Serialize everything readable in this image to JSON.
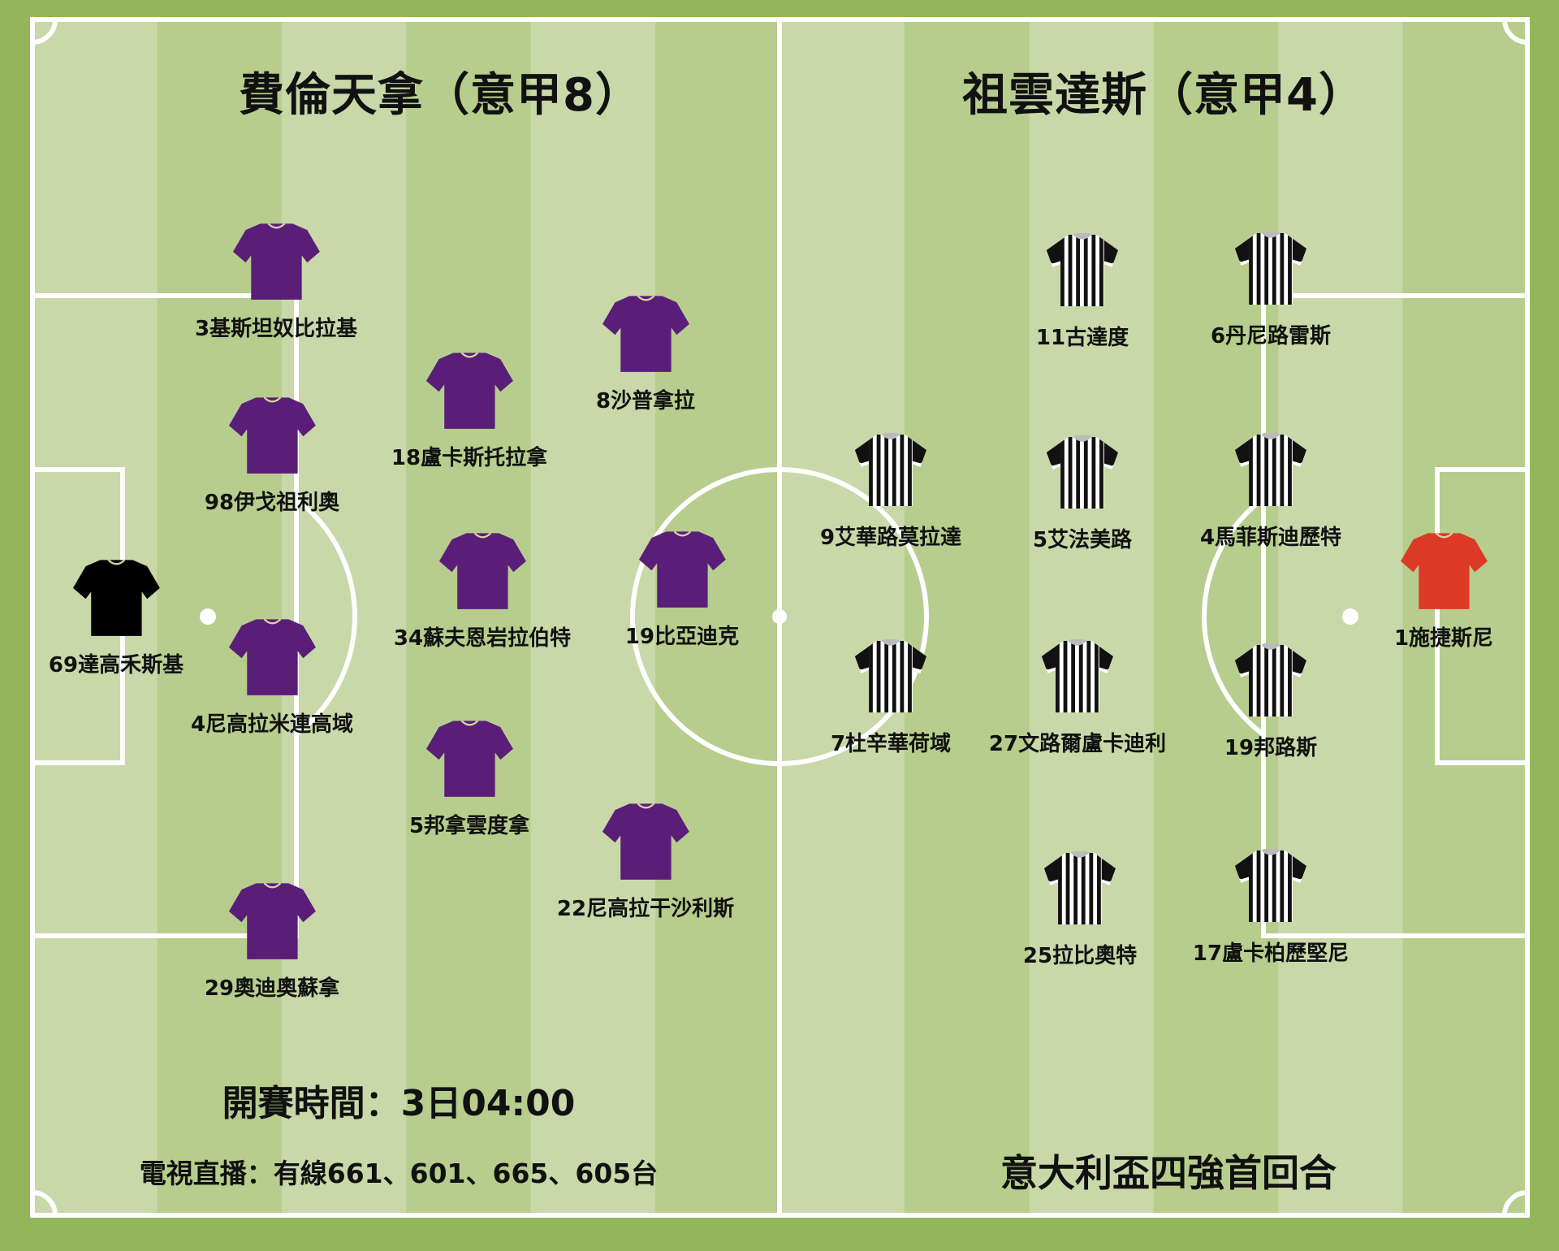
{
  "home": {
    "title": "費倫天拿（意甲8）",
    "colors": {
      "kit": "#5a1e78",
      "gk_kit": "#000000"
    },
    "players": [
      {
        "label": "69達高禾斯基",
        "kit": "gk"
      },
      {
        "label": "3基斯坦奴比拉基",
        "kit": "outfield"
      },
      {
        "label": "98伊戈祖利奧",
        "kit": "outfield"
      },
      {
        "label": "4尼高拉米連高域",
        "kit": "outfield"
      },
      {
        "label": "29奧迪奧蘇拿",
        "kit": "outfield"
      },
      {
        "label": "18盧卡斯托拉拿",
        "kit": "outfield"
      },
      {
        "label": "34蘇夫恩岩拉伯特",
        "kit": "outfield"
      },
      {
        "label": "5邦拿雲度拿",
        "kit": "outfield"
      },
      {
        "label": "8沙普拿拉",
        "kit": "outfield"
      },
      {
        "label": "19比亞迪克",
        "kit": "outfield"
      },
      {
        "label": "22尼高拉干沙利斯",
        "kit": "outfield"
      }
    ]
  },
  "away": {
    "title": "祖雲達斯（意甲4）",
    "colors": {
      "kit": "striped-black-white",
      "gk_kit": "#dc3a26"
    },
    "players": [
      {
        "label": "1施捷斯尼",
        "kit": "gk"
      },
      {
        "label": "6丹尼路雷斯",
        "kit": "outfield"
      },
      {
        "label": "4馬菲斯迪歷特",
        "kit": "outfield"
      },
      {
        "label": "19邦路斯",
        "kit": "outfield"
      },
      {
        "label": "17盧卡柏歷堅尼",
        "kit": "outfield"
      },
      {
        "label": "11古達度",
        "kit": "outfield"
      },
      {
        "label": "5艾法美路",
        "kit": "outfield"
      },
      {
        "label": "27文路爾盧卡迪利",
        "kit": "outfield"
      },
      {
        "label": "25拉比奧特",
        "kit": "outfield"
      },
      {
        "label": "9艾華路莫拉達",
        "kit": "outfield"
      },
      {
        "label": "7杜辛華荷域",
        "kit": "outfield"
      }
    ]
  },
  "match_info": {
    "kickoff": "開賽時間：3日04:00",
    "tv": "電視直播：有線661、601、665、605台",
    "competition": "意大利盃四強首回合"
  },
  "colors": {
    "background": "#93b65a",
    "stripe_light": "#c8d8a8",
    "stripe_dark": "#b7cd8d",
    "lines": "#ffffff"
  }
}
